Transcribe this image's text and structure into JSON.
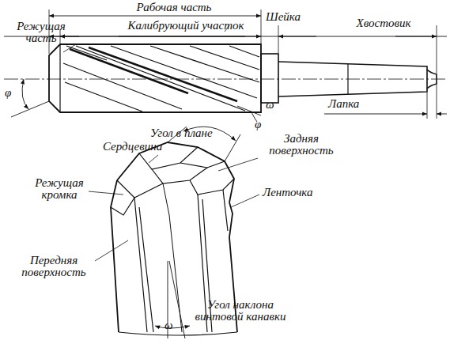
{
  "diagram": {
    "labels": [
      "Рабочая часть",
      "Режущая часть",
      "Калибрующий участок",
      "Шейка",
      "Хвостовик",
      "φ",
      "ω",
      "Лапка",
      "Угол в плане",
      "φ",
      "Сердцевина",
      "Задняя поверхность",
      "Режущая кромка",
      "Ленточка",
      "Передняя поверхность",
      "ω",
      "Угол наклона винтовой канавки"
    ]
  }
}
